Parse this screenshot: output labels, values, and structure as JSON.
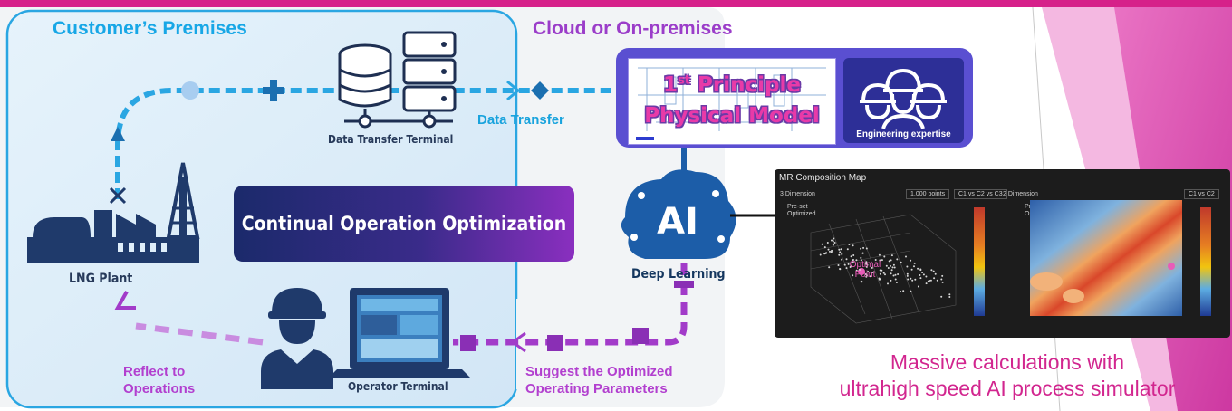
{
  "headings": {
    "customer_premises": "Customer’s Premises",
    "cloud_or_onprem": "Cloud or On-premises"
  },
  "labels": {
    "data_transfer_terminal": "Data Transfer Terminal",
    "data_transfer": "Data Transfer",
    "lng_plant": "LNG Plant",
    "operator_terminal": "Operator Terminal",
    "continual_operation": "Continual Operation Optimization",
    "deep_learning": "Deep Learning",
    "reflect_line1": "Reflect to",
    "reflect_line2": "Operations",
    "suggest_line1": "Suggest the Optimized",
    "suggest_line2": "Operating Parameters"
  },
  "model": {
    "line1_prefix": "1",
    "line1_sup": "st",
    "line1_suffix": " Principle",
    "line2": "Physical Model",
    "engineering_caption": "Engineering expertise"
  },
  "ai_glyph": "AI",
  "mr_map": {
    "title": "MR Composition Map",
    "left_header": "3 Dimension",
    "right_header": "2 Dimension",
    "points_select": "1,000 points",
    "axes_select_left": "C1 vs C2 vs C3",
    "axes_select_right": "C1 vs C2",
    "legend_a": "Pre-set",
    "legend_b": "Optimized",
    "optimal_line1": "Optimal",
    "optimal_line2": "Point"
  },
  "caption": {
    "line1": "Massive calculations with",
    "line2": "ultrahigh speed AI process simulator"
  },
  "colors": {
    "top_bar": "#d6218a",
    "blue_text": "#17a7e6",
    "purple_text": "#9b3dc9",
    "magenta_text": "#d2268f",
    "flow_blue": "#2aa6e2",
    "flow_purple": "#a23bc9"
  },
  "icons": [
    "server-stack-icon",
    "lng-plant-icon",
    "operator-person-icon",
    "laptop-icon",
    "ai-brain-icon",
    "engineers-icon"
  ]
}
